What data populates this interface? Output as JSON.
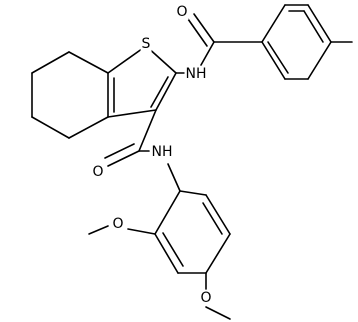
{
  "molecule": {
    "atoms": {
      "sulfur": "S",
      "amide_oxygen_top": "O",
      "amide_nh_top": "NH",
      "amide_oxygen_bottom": "O",
      "amide_nh_bottom": "NH",
      "methoxy_oxygen_ortho": "O",
      "methoxy_oxygen_para": "O"
    }
  }
}
